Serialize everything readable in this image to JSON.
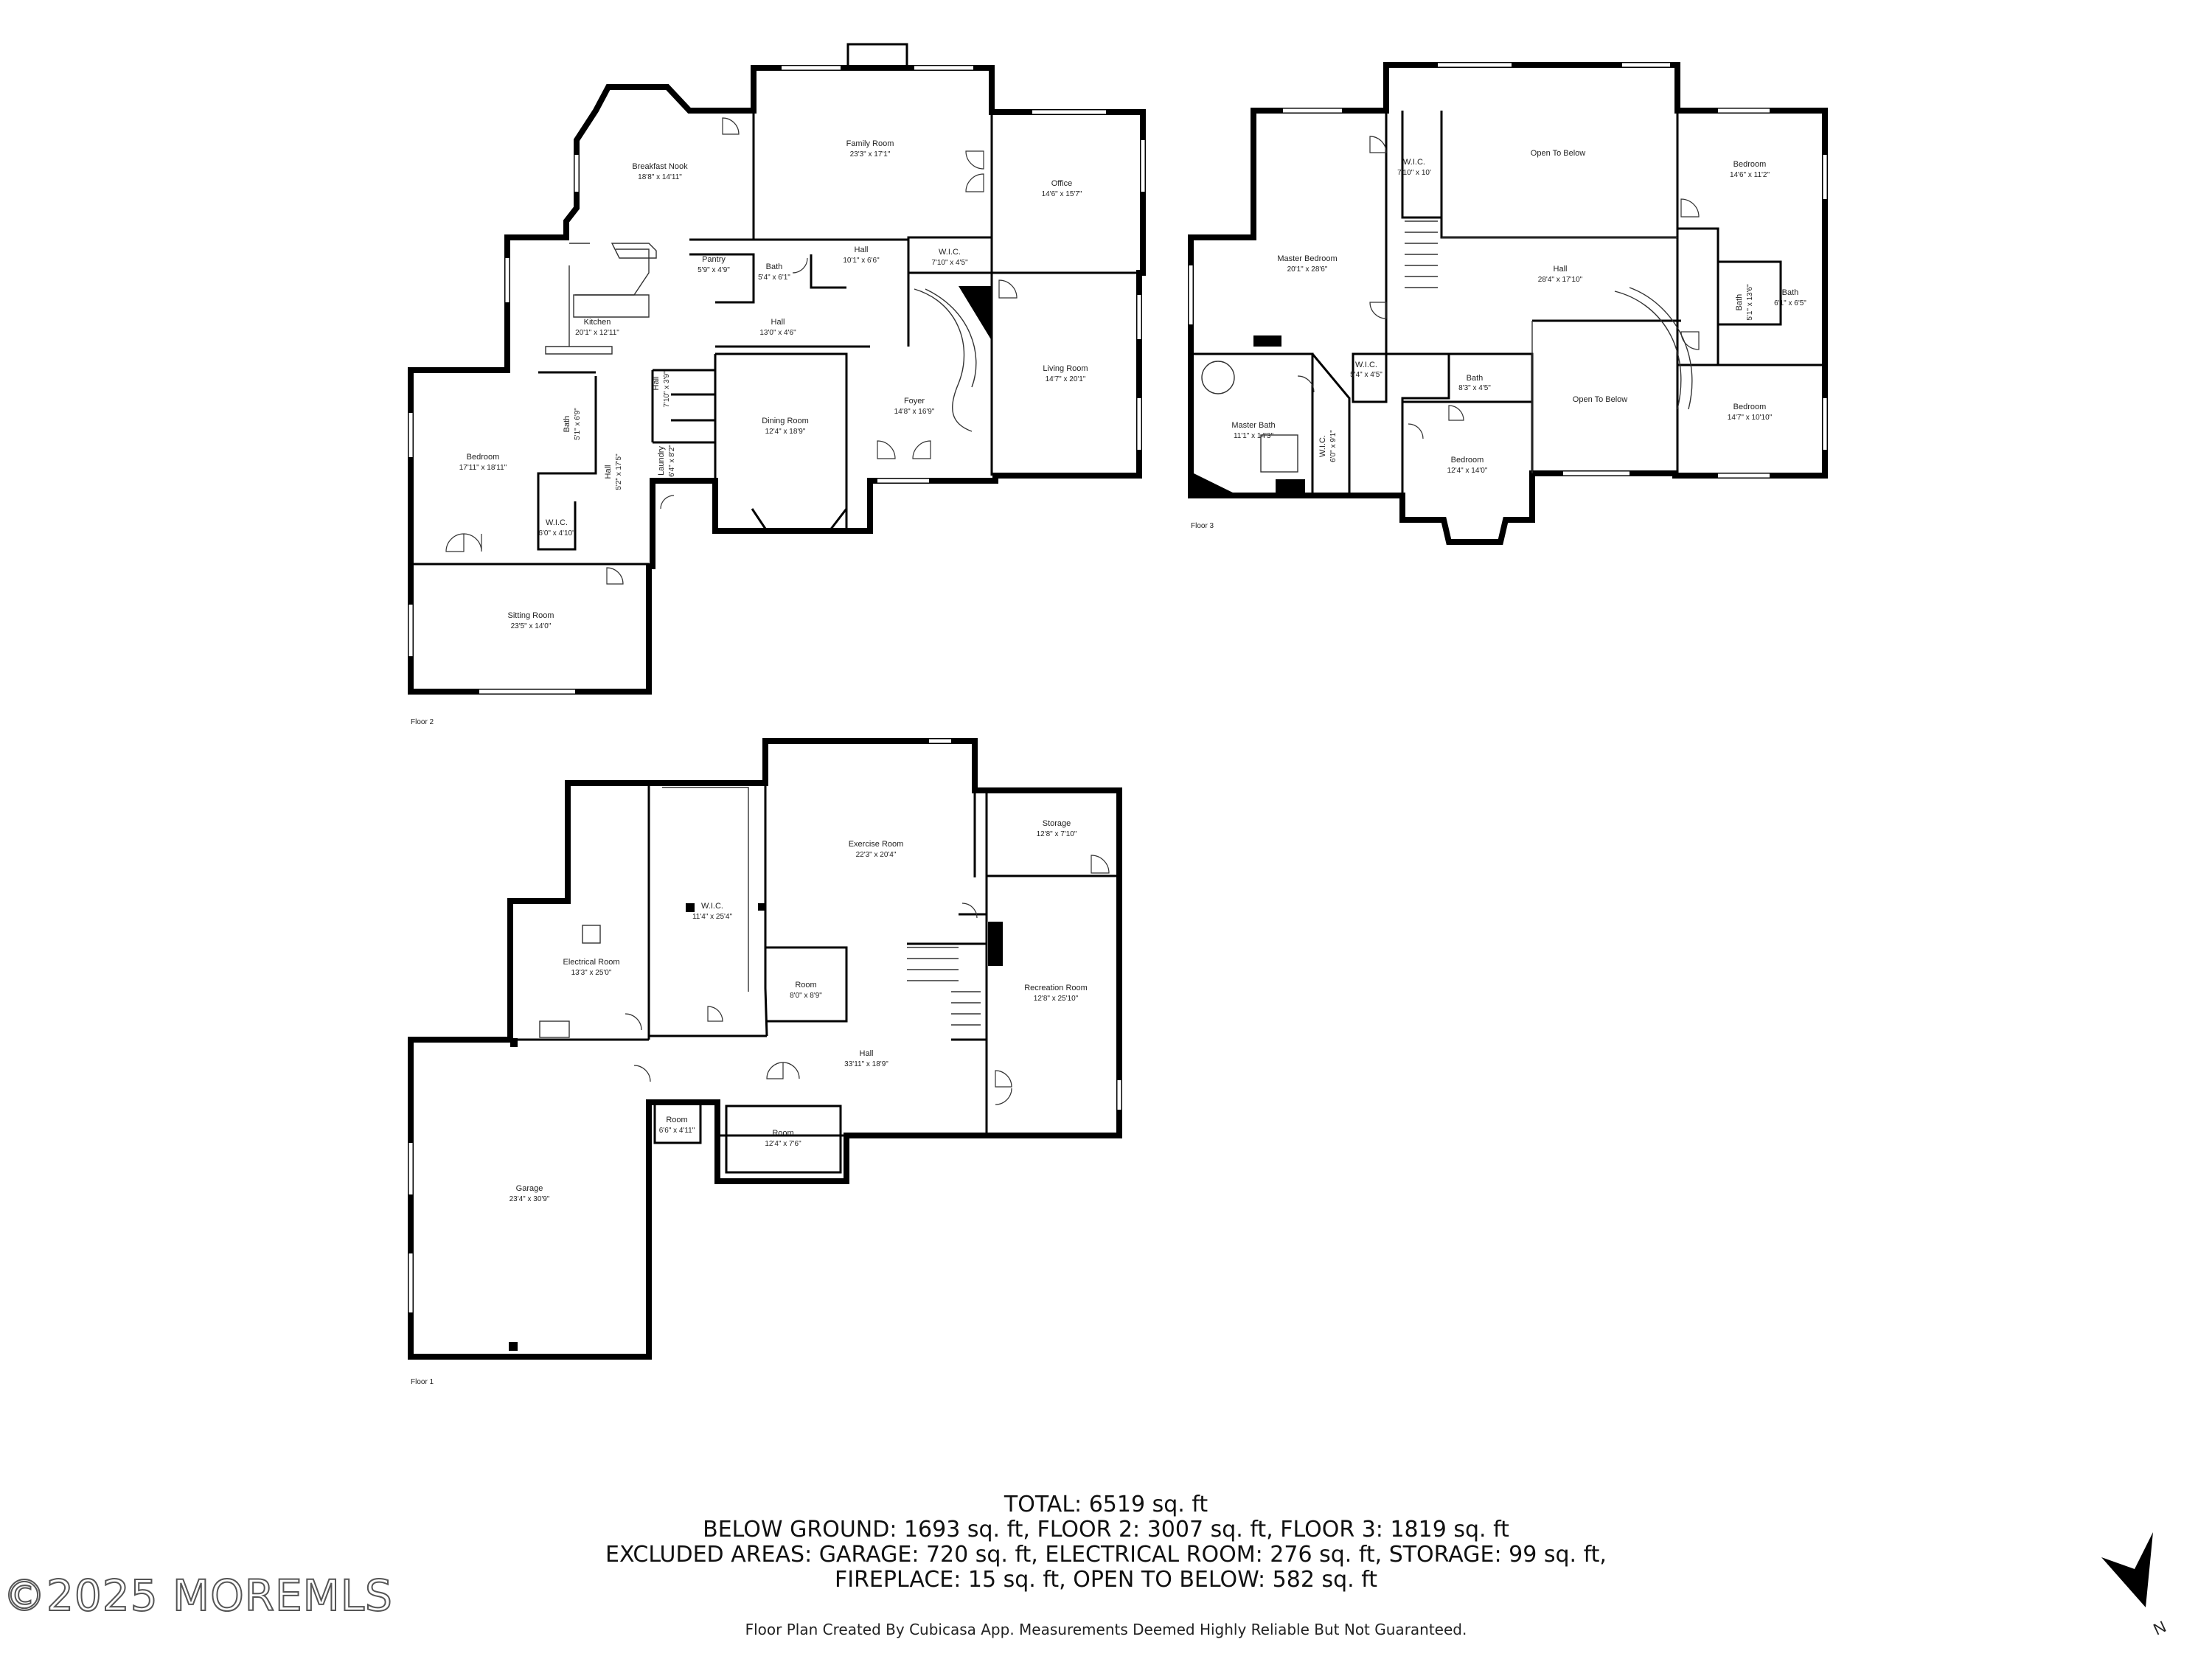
{
  "floors": {
    "floor2": {
      "label": "Floor 2",
      "rooms": {
        "breakfast_nook": {
          "name": "Breakfast Nook",
          "dims": "18'8\" x 14'11\""
        },
        "family_room": {
          "name": "Family Room",
          "dims": "23'3\" x 17'1\""
        },
        "office": {
          "name": "Office",
          "dims": "14'6\" x 15'7\""
        },
        "pantry": {
          "name": "Pantry",
          "dims": "5'9\" x 4'9\""
        },
        "bath": {
          "name": "Bath",
          "dims": "5'4\" x 6'1\""
        },
        "hall_a": {
          "name": "Hall",
          "dims": "10'1\" x 6'6\""
        },
        "wic": {
          "name": "W.I.C.",
          "dims": "7'10\" x 4'5\""
        },
        "kitchen": {
          "name": "Kitchen",
          "dims": "20'1\" x 12'11\""
        },
        "hall_b": {
          "name": "Hall",
          "dims": "13'0\" x 4'6\""
        },
        "living_room": {
          "name": "Living Room",
          "dims": "14'7\" x 20'1\""
        },
        "foyer": {
          "name": "Foyer",
          "dims": "14'8\" x 16'9\""
        },
        "dining_room": {
          "name": "Dining Room",
          "dims": "12'4\" x 18'9\""
        },
        "hall_c": {
          "name": "Hall",
          "dims": "7'10\" x 3'9\""
        },
        "laundry": {
          "name": "Laundry",
          "dims": "6'4\" x 8'2\""
        },
        "hall_d": {
          "name": "Hall",
          "dims": "5'2\" x 17'5\""
        },
        "bath2": {
          "name": "Bath",
          "dims": "5'1\" x 6'9\""
        },
        "bedroom": {
          "name": "Bedroom",
          "dims": "17'11\" x 18'11\""
        },
        "wic2": {
          "name": "W.I.C.",
          "dims": "6'0\" x 4'10\""
        },
        "sitting_room": {
          "name": "Sitting Room",
          "dims": "23'5\" x 14'0\""
        }
      }
    },
    "floor3": {
      "label": "Floor 3",
      "rooms": {
        "wic": {
          "name": "W.I.C.",
          "dims": "7'10\" x 10'"
        },
        "open_below_top": {
          "name": "Open To Below",
          "dims": ""
        },
        "bedroom_ne": {
          "name": "Bedroom",
          "dims": "14'6\" x 11'2\""
        },
        "master_bedroom": {
          "name": "Master Bedroom",
          "dims": "20'1\" x 28'6\""
        },
        "hall": {
          "name": "Hall",
          "dims": "28'4\" x 17'10\""
        },
        "bath_v": {
          "name": "Bath",
          "dims": "5'1\" x 13'6\""
        },
        "bath_s": {
          "name": "Bath",
          "dims": "6'1\" x 6'5\""
        },
        "wic2": {
          "name": "W.I.C.",
          "dims": "5'4\" x 4'5\""
        },
        "bath_m": {
          "name": "Bath",
          "dims": "8'3\" x 4'5\""
        },
        "open_below_mid": {
          "name": "Open To Below",
          "dims": ""
        },
        "bedroom_se": {
          "name": "Bedroom",
          "dims": "14'7\" x 10'10\""
        },
        "master_bath": {
          "name": "Master Bath",
          "dims": "11'1\" x 14'3\""
        },
        "wic3": {
          "name": "W.I.C.",
          "dims": "6'0\" x 9'1\""
        },
        "bedroom_s": {
          "name": "Bedroom",
          "dims": "12'4\" x 14'0\""
        }
      }
    },
    "floor1": {
      "label": "Floor 1",
      "rooms": {
        "storage": {
          "name": "Storage",
          "dims": "12'8\" x 7'10\""
        },
        "exercise_room": {
          "name": "Exercise Room",
          "dims": "22'3\" x 20'4\""
        },
        "wic": {
          "name": "W.I.C.",
          "dims": "11'4\" x 25'4\""
        },
        "electrical_room": {
          "name": "Electrical Room",
          "dims": "13'3\" x 25'0\""
        },
        "room_small": {
          "name": "Room",
          "dims": "8'0\" x 8'9\""
        },
        "recreation_room": {
          "name": "Recreation Room",
          "dims": "12'8\" x 25'10\""
        },
        "hall": {
          "name": "Hall",
          "dims": "33'11\" x 18'9\""
        },
        "room_tiny": {
          "name": "Room",
          "dims": "6'6\" x 4'11\""
        },
        "room_wide": {
          "name": "Room",
          "dims": "12'4\" x 7'6\""
        },
        "garage": {
          "name": "Garage",
          "dims": "23'4\" x 30'9\""
        }
      }
    }
  },
  "summary": {
    "total": "TOTAL: 6519 sq. ft",
    "line2": "BELOW GROUND: 1693 sq. ft, FLOOR 2: 3007 sq. ft, FLOOR 3: 1819 sq. ft",
    "line3": "EXCLUDED AREAS: GARAGE: 720 sq. ft, ELECTRICAL ROOM: 276 sq. ft, STORAGE: 99 sq. ft,",
    "line4": "FIREPLACE: 15 sq. ft, OPEN TO BELOW: 582 sq. ft"
  },
  "credit": "Floor Plan Created By Cubicasa App. Measurements Deemed Highly Reliable But Not Guaranteed.",
  "watermark": "©2025 MOREMLS",
  "compass": {
    "label": "N"
  }
}
